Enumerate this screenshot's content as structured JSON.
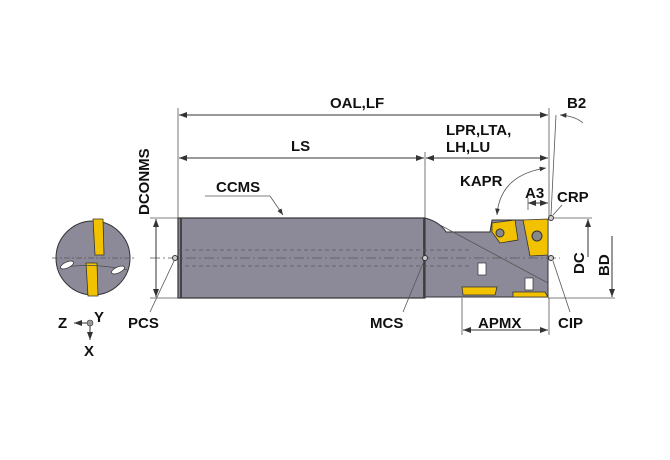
{
  "labels": {
    "oal": "OAL,LF",
    "ls": "LS",
    "lpr1": "LPR,LTA,",
    "lpr2": "LH,LU",
    "b2": "B2",
    "kapr": "KAPR",
    "a3": "A3",
    "crp": "CRP",
    "dc": "DC",
    "bd": "BD",
    "apmx": "APMX",
    "cip": "CIP",
    "mcs": "MCS",
    "pcs": "PCS",
    "ccms": "CCMS",
    "dconms": "DCONMS"
  },
  "axes": {
    "z": "Z",
    "y": "Y",
    "x": "X"
  },
  "colors": {
    "body": "#8c8a99",
    "insert": "#f2c200",
    "line": "#333333"
  }
}
